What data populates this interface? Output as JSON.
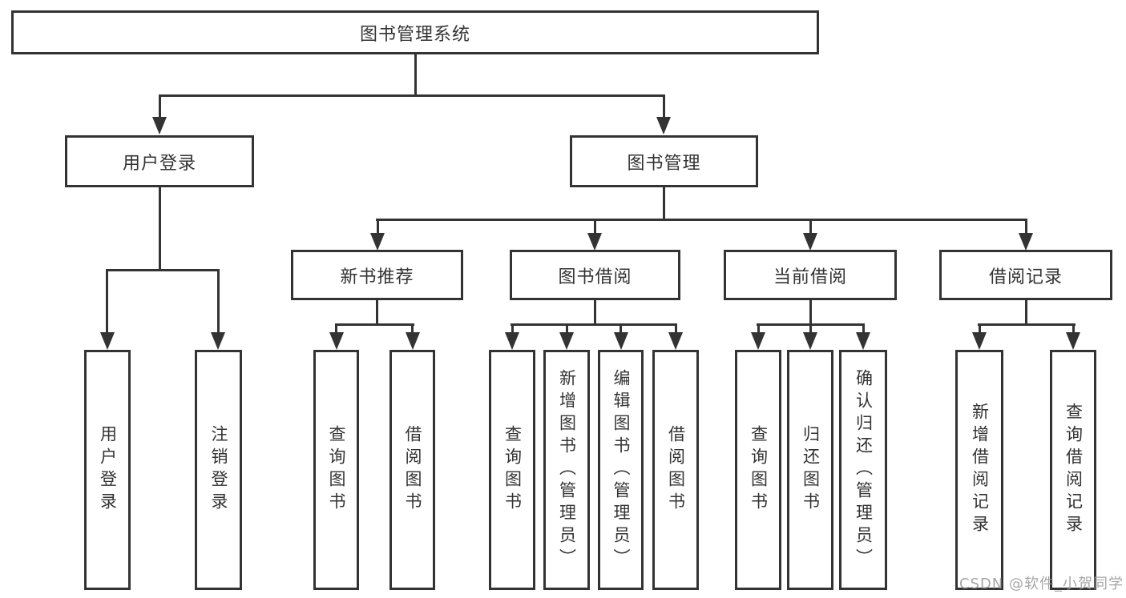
{
  "colors": {
    "line": "#333333",
    "text": "#333333",
    "background": "#ffffff",
    "watermark": "#969696"
  },
  "tree": {
    "label": "图书管理系统",
    "children": [
      {
        "label": "用户登录",
        "children": [
          {
            "label": "用户登录"
          },
          {
            "label": "注销登录"
          }
        ]
      },
      {
        "label": "图书管理",
        "children": [
          {
            "label": "新书推荐",
            "children": [
              {
                "label": "查询图书"
              },
              {
                "label": "借阅图书"
              }
            ]
          },
          {
            "label": "图书借阅",
            "children": [
              {
                "label": "查询图书"
              },
              {
                "label": "新增图书（管理员）"
              },
              {
                "label": "编辑图书（管理员）"
              },
              {
                "label": "借阅图书"
              }
            ]
          },
          {
            "label": "当前借阅",
            "children": [
              {
                "label": "查询图书"
              },
              {
                "label": "归还图书"
              },
              {
                "label": "确认归还（管理员）"
              }
            ]
          },
          {
            "label": "借阅记录",
            "children": [
              {
                "label": "新增借阅记录"
              },
              {
                "label": "查询借阅记录"
              }
            ]
          }
        ]
      }
    ]
  },
  "watermark": "CSDN @软件_小贺同学"
}
